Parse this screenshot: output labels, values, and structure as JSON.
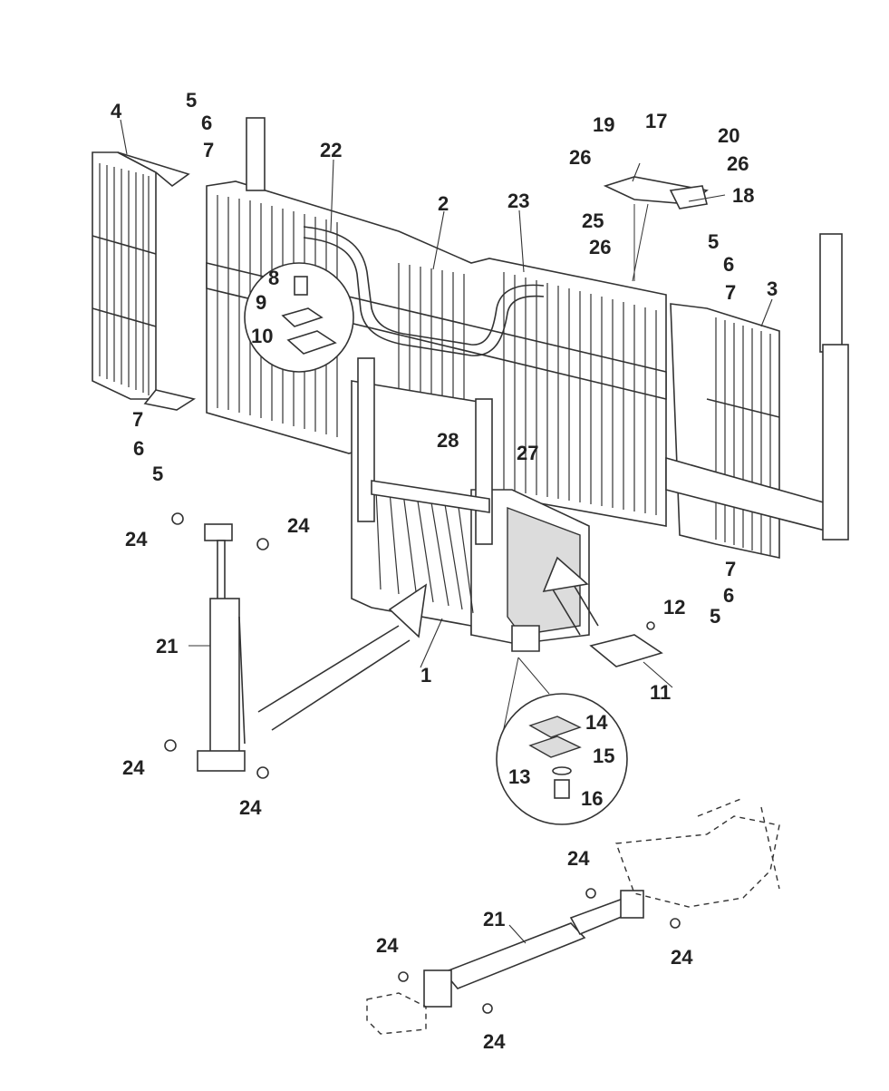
{
  "diagram": {
    "callouts": [
      {
        "id": "c-1",
        "text": "1"
      },
      {
        "id": "c-2",
        "text": "2"
      },
      {
        "id": "c-3",
        "text": "3"
      },
      {
        "id": "c-4",
        "text": "4"
      },
      {
        "id": "c-5a",
        "text": "5"
      },
      {
        "id": "c-6a",
        "text": "6"
      },
      {
        "id": "c-7a",
        "text": "7"
      },
      {
        "id": "c-7b",
        "text": "7"
      },
      {
        "id": "c-6b",
        "text": "6"
      },
      {
        "id": "c-5b",
        "text": "5"
      },
      {
        "id": "c-5c",
        "text": "5"
      },
      {
        "id": "c-6c",
        "text": "6"
      },
      {
        "id": "c-7c",
        "text": "7"
      },
      {
        "id": "c-7d",
        "text": "7"
      },
      {
        "id": "c-6d",
        "text": "6"
      },
      {
        "id": "c-5d",
        "text": "5"
      },
      {
        "id": "c-8",
        "text": "8"
      },
      {
        "id": "c-9",
        "text": "9"
      },
      {
        "id": "c-10",
        "text": "10"
      },
      {
        "id": "c-11",
        "text": "11"
      },
      {
        "id": "c-12",
        "text": "12"
      },
      {
        "id": "c-13",
        "text": "13"
      },
      {
        "id": "c-14",
        "text": "14"
      },
      {
        "id": "c-15",
        "text": "15"
      },
      {
        "id": "c-16",
        "text": "16"
      },
      {
        "id": "c-17",
        "text": "17"
      },
      {
        "id": "c-18",
        "text": "18"
      },
      {
        "id": "c-19",
        "text": "19"
      },
      {
        "id": "c-20",
        "text": "20"
      },
      {
        "id": "c-21a",
        "text": "21"
      },
      {
        "id": "c-21b",
        "text": "21"
      },
      {
        "id": "c-22",
        "text": "22"
      },
      {
        "id": "c-23",
        "text": "23"
      },
      {
        "id": "c-24a",
        "text": "24"
      },
      {
        "id": "c-24b",
        "text": "24"
      },
      {
        "id": "c-24c",
        "text": "24"
      },
      {
        "id": "c-24d",
        "text": "24"
      },
      {
        "id": "c-24e",
        "text": "24"
      },
      {
        "id": "c-24f",
        "text": "24"
      },
      {
        "id": "c-24g",
        "text": "24"
      },
      {
        "id": "c-25",
        "text": "25"
      },
      {
        "id": "c-26a",
        "text": "26"
      },
      {
        "id": "c-26b",
        "text": "26"
      },
      {
        "id": "c-26c",
        "text": "26"
      },
      {
        "id": "c-27",
        "text": "27"
      },
      {
        "id": "c-28",
        "text": "28"
      }
    ]
  }
}
